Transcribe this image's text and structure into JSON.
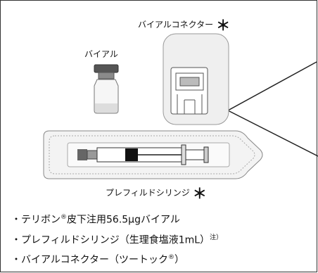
{
  "labels": {
    "vial": "バイアル",
    "vial_connector": "バイアルコネクター",
    "prefilled_syringe": "プレフィルドシリンジ",
    "asterisk": "＊"
  },
  "list": [
    {
      "prefix": "・テリボン",
      "sup": "®",
      "suffix": "皮下注用56.5μgバイアル"
    },
    {
      "prefix": "・プレフィルドシリンジ（生理食塩液1mL）",
      "sup": "注）",
      "suffix": ""
    },
    {
      "prefix": "・バイアルコネクター（ツートック",
      "sup": "®",
      "suffix": "）"
    }
  ]
}
